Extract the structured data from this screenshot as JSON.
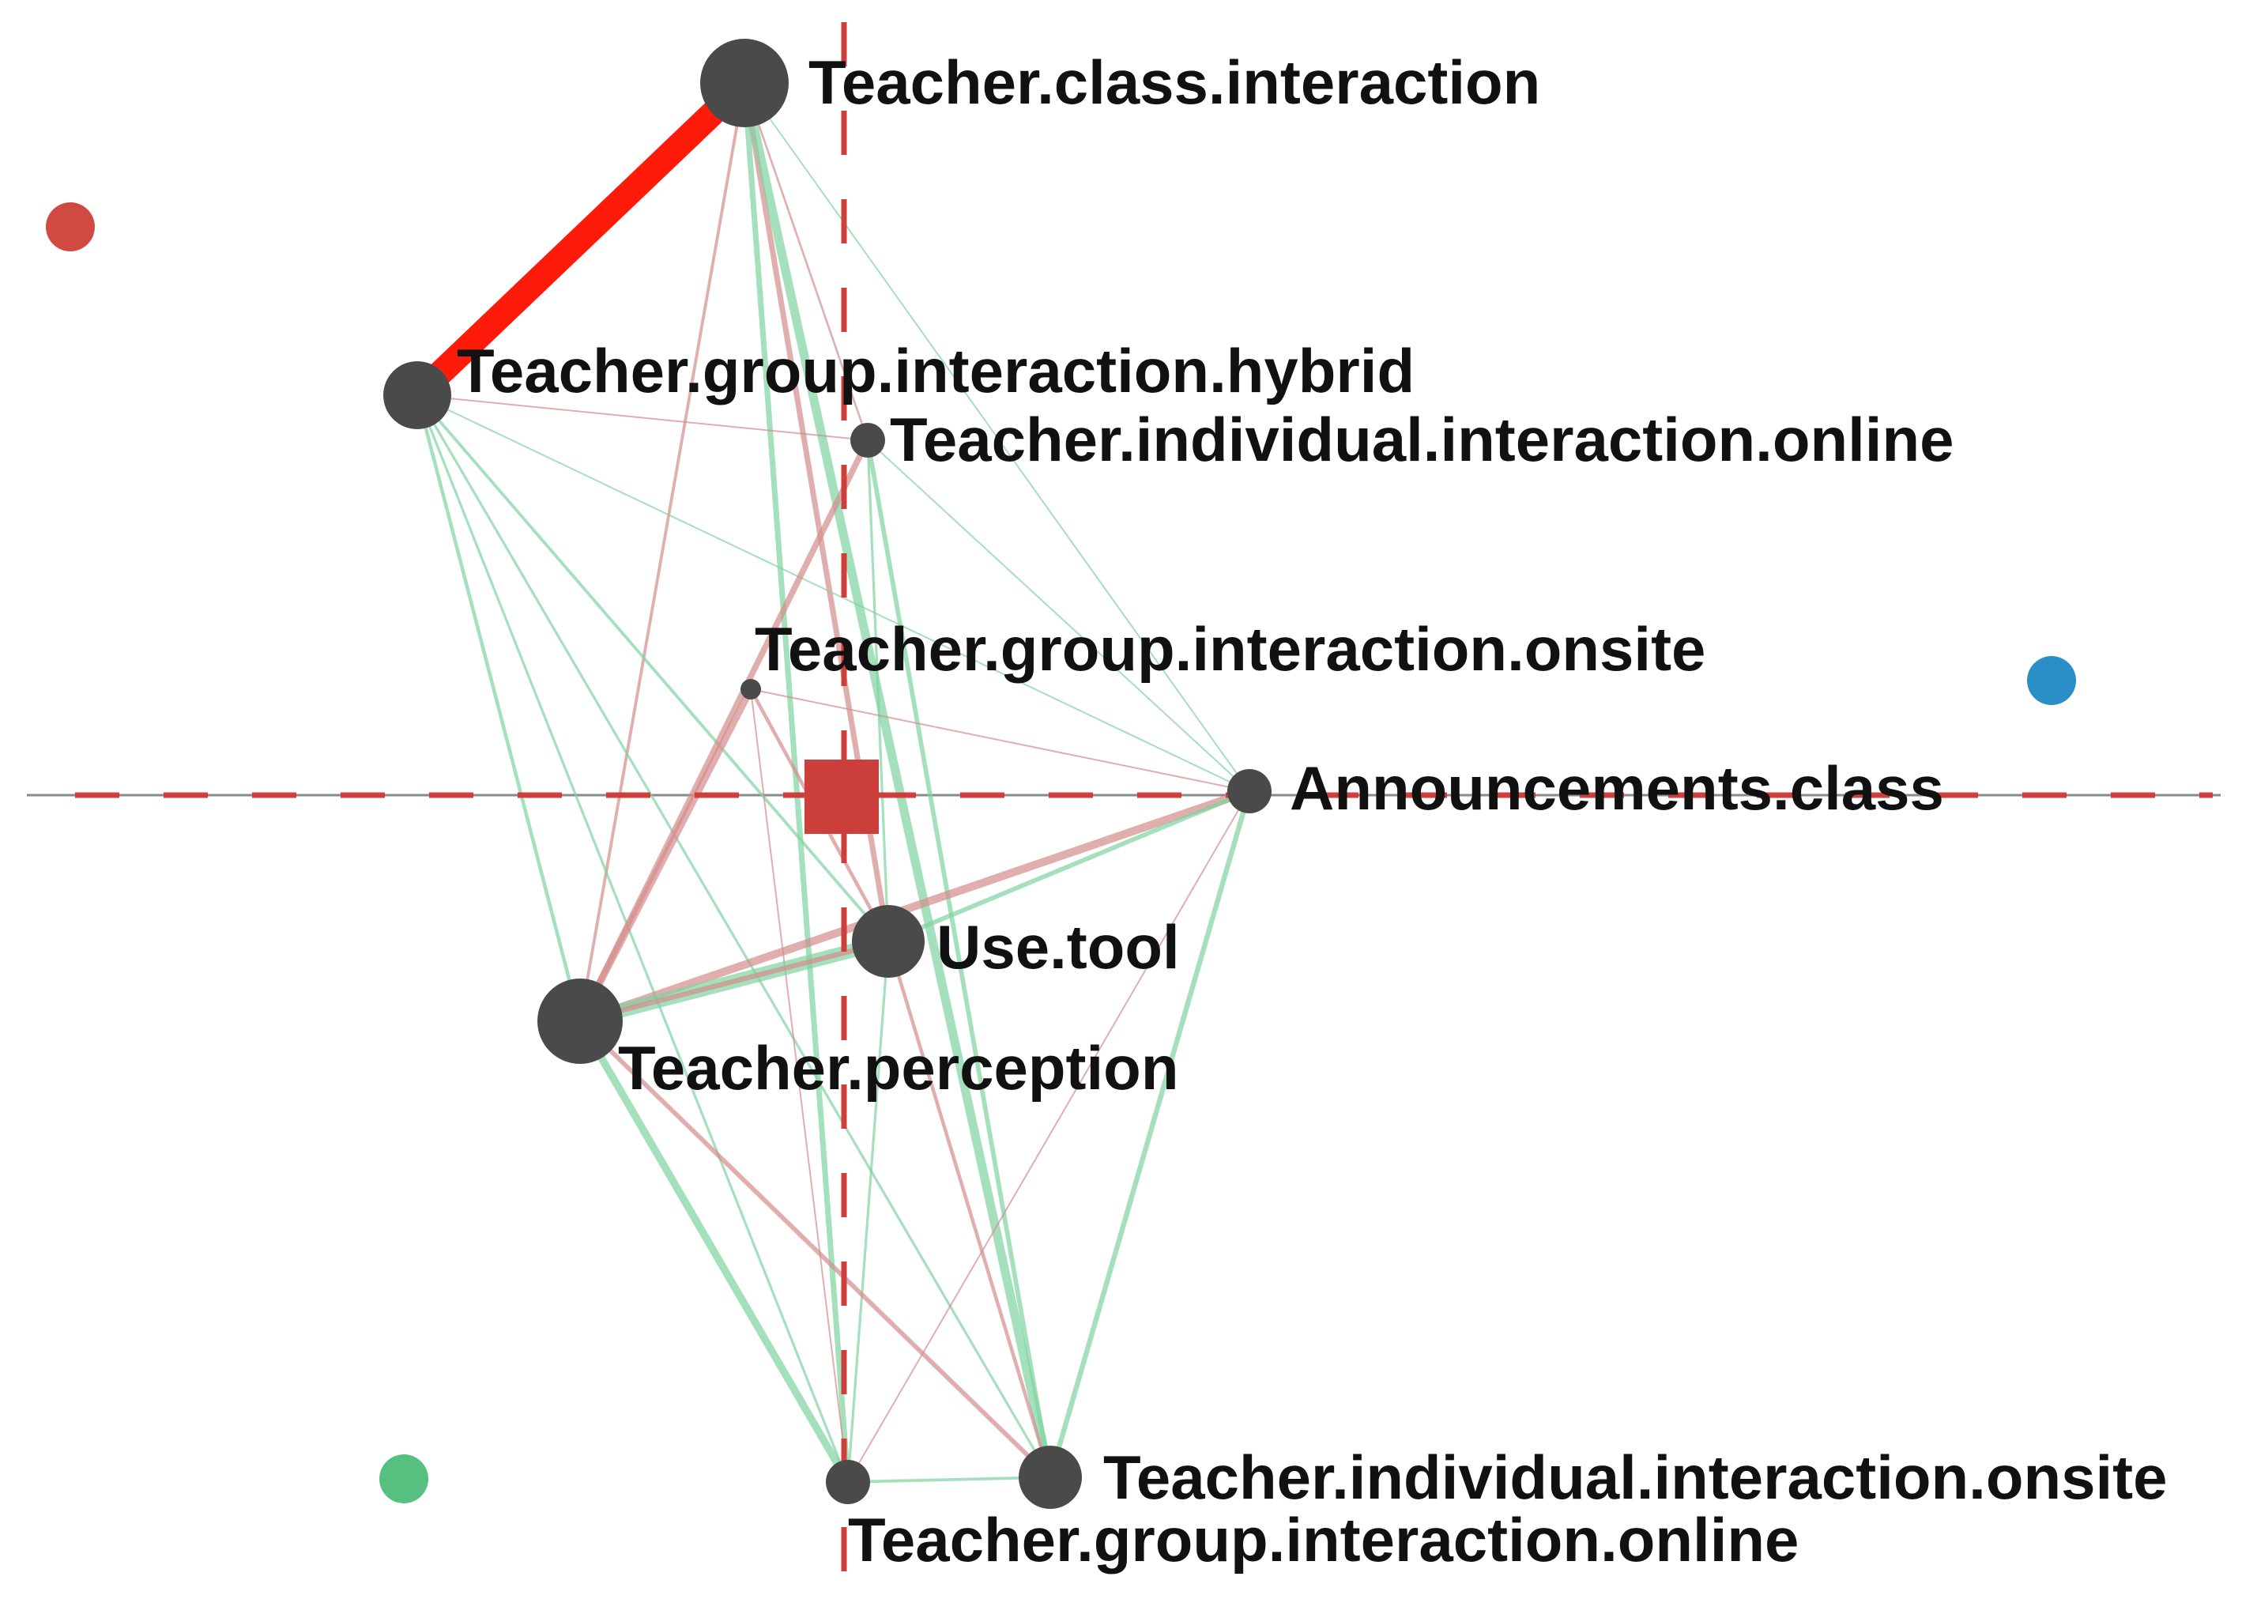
{
  "diagram": {
    "type": "epistemic-network",
    "colors": {
      "node": "#4a4a4a",
      "axis_line": "#888888",
      "centroid_marker": "#cc3f3a",
      "centroid_axes": "#cc3f3a",
      "edge_red": "#d48c8c",
      "edge_green": "#7fd3a0",
      "edge_strong_red": "#ff1a0a",
      "corner_red": "#d04a42",
      "corner_blue": "#2a8fc6",
      "corner_green": "#56c080",
      "label": "#111111"
    },
    "nodes": [
      {
        "id": "tci",
        "label": "Teacher.class.interaction"
      },
      {
        "id": "tgih",
        "label": "Teacher.group.interaction.hybrid"
      },
      {
        "id": "tiio",
        "label": "Teacher.individual.interaction.online"
      },
      {
        "id": "tgis",
        "label": "Teacher.group.interaction.onsite"
      },
      {
        "id": "ac",
        "label": "Announcements.class"
      },
      {
        "id": "ut",
        "label": "Use.tool"
      },
      {
        "id": "tp",
        "label": "Teacher.perception"
      },
      {
        "id": "tiis",
        "label": "Teacher.individual.interaction.onsite"
      },
      {
        "id": "tgio",
        "label": "Teacher.group.interaction.online"
      }
    ],
    "edges": [
      {
        "from": "tci",
        "to": "tgih",
        "color": "strong_red",
        "weight": 1.0
      },
      {
        "from": "tci",
        "to": "ut",
        "color": "red",
        "weight": 0.22
      },
      {
        "from": "tci",
        "to": "tp",
        "color": "red",
        "weight": 0.12
      },
      {
        "from": "tci",
        "to": "tiis",
        "color": "green",
        "weight": 0.35
      },
      {
        "from": "tci",
        "to": "tgio",
        "color": "green",
        "weight": 0.22
      },
      {
        "from": "tci",
        "to": "ac",
        "color": "green",
        "weight": 0.03
      },
      {
        "from": "tci",
        "to": "tiio",
        "color": "red",
        "weight": 0.08
      },
      {
        "from": "tgih",
        "to": "tp",
        "color": "green",
        "weight": 0.14
      },
      {
        "from": "tgih",
        "to": "ut",
        "color": "green",
        "weight": 0.12
      },
      {
        "from": "tgih",
        "to": "tiis",
        "color": "green",
        "weight": 0.1
      },
      {
        "from": "tgih",
        "to": "tgio",
        "color": "green",
        "weight": 0.1
      },
      {
        "from": "tgih",
        "to": "ac",
        "color": "green",
        "weight": 0.04
      },
      {
        "from": "tgih",
        "to": "tiio",
        "color": "red",
        "weight": 0.02
      },
      {
        "from": "tiio",
        "to": "tp",
        "color": "red",
        "weight": 0.24
      },
      {
        "from": "tiio",
        "to": "ut",
        "color": "green",
        "weight": 0.1
      },
      {
        "from": "tiio",
        "to": "tiis",
        "color": "green",
        "weight": 0.18
      },
      {
        "from": "tiio",
        "to": "ac",
        "color": "green",
        "weight": 0.02
      },
      {
        "from": "tgis",
        "to": "tp",
        "color": "red",
        "weight": 0.28
      },
      {
        "from": "tgis",
        "to": "ut",
        "color": "red",
        "weight": 0.14
      },
      {
        "from": "tgis",
        "to": "ac",
        "color": "red",
        "weight": 0.04
      },
      {
        "from": "tgis",
        "to": "tgio",
        "color": "red",
        "weight": 0.04
      },
      {
        "from": "ac",
        "to": "tp",
        "color": "red",
        "weight": 0.32
      },
      {
        "from": "ac",
        "to": "ut",
        "color": "green",
        "weight": 0.18
      },
      {
        "from": "ac",
        "to": "tiis",
        "color": "green",
        "weight": 0.2
      },
      {
        "from": "ac",
        "to": "tgio",
        "color": "red",
        "weight": 0.03
      },
      {
        "from": "ut",
        "to": "tp",
        "color": "green",
        "weight": 0.55
      },
      {
        "from": "ut",
        "to": "tp",
        "color": "red",
        "weight": 0.2
      },
      {
        "from": "ut",
        "to": "tgio",
        "color": "green",
        "weight": 0.1
      },
      {
        "from": "ut",
        "to": "tiis",
        "color": "red",
        "weight": 0.14
      },
      {
        "from": "tp",
        "to": "tgio",
        "color": "green",
        "weight": 0.3
      },
      {
        "from": "tp",
        "to": "tiis",
        "color": "red",
        "weight": 0.18
      },
      {
        "from": "tgio",
        "to": "tiis",
        "color": "green",
        "weight": 0.12
      }
    ]
  }
}
